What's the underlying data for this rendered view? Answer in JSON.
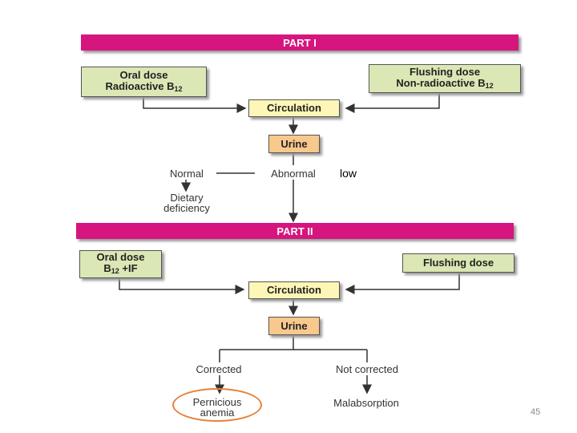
{
  "part1": {
    "title": "PART I",
    "oral_dose_line1": "Oral dose",
    "oral_dose_line2": "Radioactive B",
    "oral_dose_sub": "12",
    "flushing_line1": "Flushing dose",
    "flushing_line2": "Non-radioactive B",
    "flushing_sub": "12",
    "circulation": "Circulation",
    "urine": "Urine",
    "normal": "Normal",
    "abnormal": "Abnormal",
    "dietary_line1": "Dietary",
    "dietary_line2": "deficiency"
  },
  "annotation": "low",
  "part2": {
    "title": "PART II",
    "oral_dose_line1": "Oral dose",
    "oral_dose_line2_prefix": "B",
    "oral_dose_sub": "12",
    "oral_dose_line2_suffix": " +IF",
    "flushing": "Flushing dose",
    "circulation": "Circulation",
    "urine": "Urine",
    "corrected": "Corrected",
    "not_corrected": "Not corrected",
    "pernicious_line1": "Pernicious",
    "pernicious_line2": "anemia",
    "malabsorption": "Malabsorption"
  },
  "page_number": "45",
  "colors": {
    "bar": "#d6157e",
    "green_box": "#dbe7b4",
    "yellow_box": "#fdf6b6",
    "orange_box": "#f8c88c",
    "highlight_ellipse": "#e6823a"
  }
}
